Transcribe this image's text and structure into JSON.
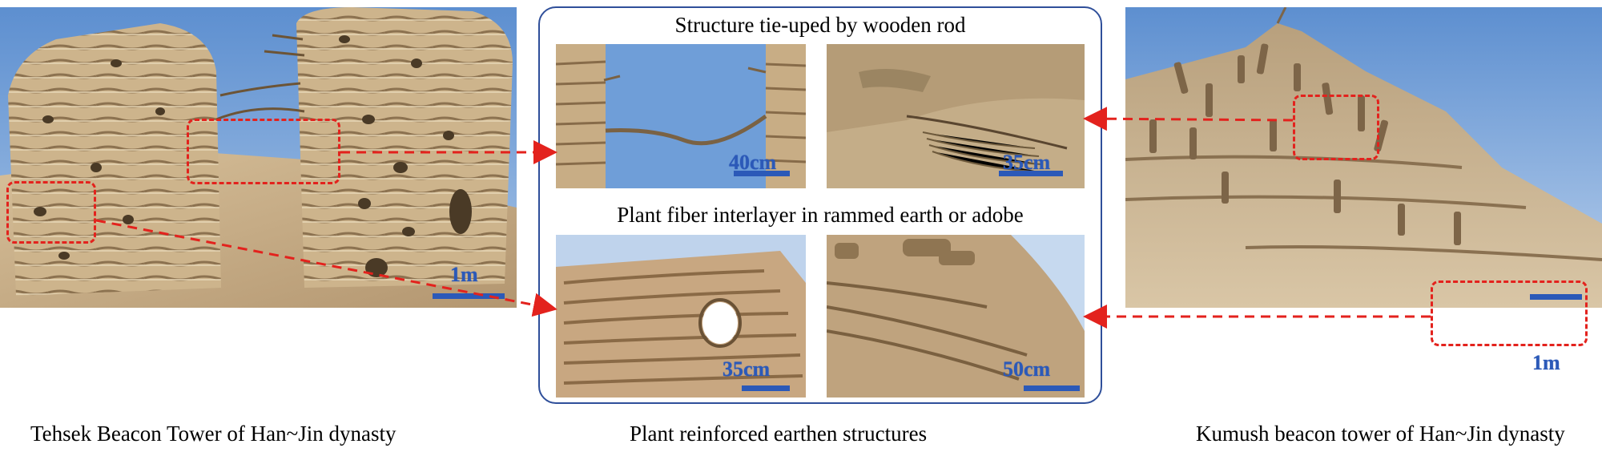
{
  "left_panel": {
    "caption": "Tehsek Beacon Tower of  Han~Jin dynasty",
    "scale_label": "1m"
  },
  "center_panel": {
    "caption": "Plant reinforced earthen structures",
    "top_title": "Structure tie-uped by wooden rod",
    "middle_title": "Plant fiber interlayer in rammed earth or adobe",
    "photos": [
      {
        "scale_label": "40cm"
      },
      {
        "scale_label": "35cm"
      },
      {
        "scale_label": "35cm"
      },
      {
        "scale_label": "50cm"
      }
    ]
  },
  "right_panel": {
    "caption": "Kumush beacon tower of Han~Jin dynasty",
    "scale_label": "1m"
  },
  "colors": {
    "sky": "#6f9ed8",
    "earth": "#c9b08a",
    "dark_earth": "#8a6f4c",
    "highlight": "#e3221d",
    "scale": "#2b59b8",
    "frame": "#2f4f9a"
  }
}
